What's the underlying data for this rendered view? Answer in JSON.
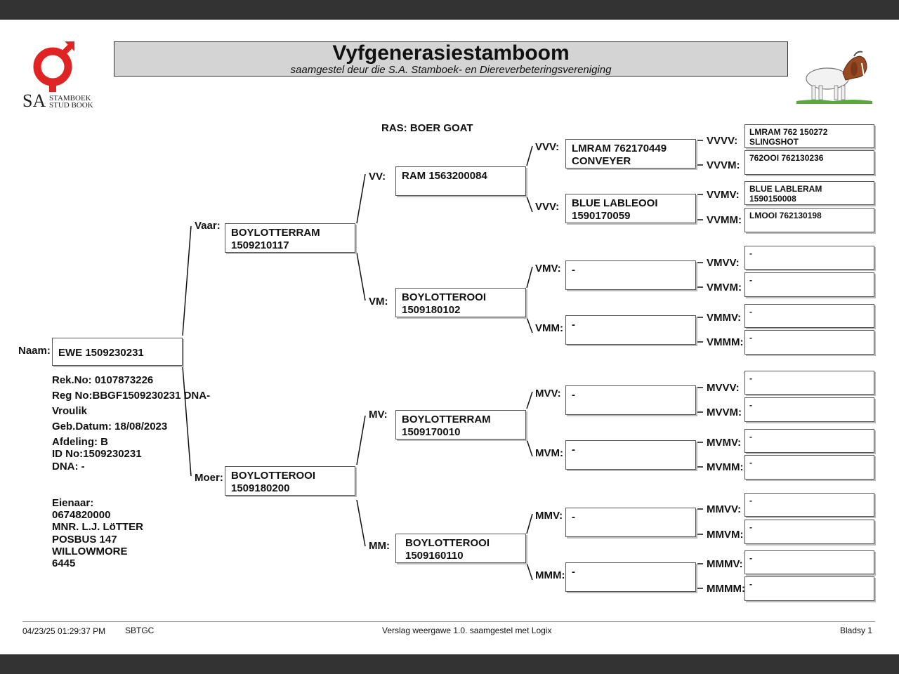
{
  "header": {
    "title": "Vyfgenerasiestamboom",
    "subtitle": "saamgestel deur die S.A. Stamboek- en Diereverbeteringsvereniging",
    "logo_initials": "SA",
    "logo_line1": "STAMBOEK",
    "logo_line2": "STUD BOOK",
    "logo_color": "#e02424"
  },
  "breed": "RAS: BOER GOAT",
  "animal": {
    "naam_label": "Naam:",
    "name": "EWE 1509230231",
    "rek_no": "Rek.No: 0107873226",
    "reg_no": "Reg No:BBGF1509230231 DNA-",
    "sex": "Vroulik",
    "birth": "Geb.Datum: 18/08/2023",
    "afdeling": "Afdeling: B",
    "id_no": "ID No:1509230231",
    "dna": "DNA: -"
  },
  "owner": {
    "label": "Eienaar:",
    "number": "0674820000",
    "name": "MNR. L.J. LöTTER",
    "address1": "POSBUS 147",
    "address2": "WILLOWMORE",
    "code": "6445"
  },
  "gen1": {
    "vaar_label": "Vaar:",
    "vaar": "BOYLOTTERRAM\n1509210117",
    "moer_label": "Moer:",
    "moer": "BOYLOTTEROOI\n1509180200"
  },
  "gen2": {
    "vv_label": "VV:",
    "vv": "RAM 1563200084",
    "vm_label": "VM:",
    "vm": "BOYLOTTEROOI\n1509180102",
    "mv_label": "MV:",
    "mv": "BOYLOTTERRAM\n1509170010",
    "mm_label": "MM:",
    "mm": "BOYLOTTEROOI\n1509160110"
  },
  "gen3": {
    "vvv1_label": "VVV:",
    "vvv1": "LMRAM 762170449\nCONVEYER",
    "vvv2_label": "VVV:",
    "vvv2": "BLUE LABLEOOI\n1590170059",
    "vmv_label": "VMV:",
    "vmv": "-",
    "vmm_label": "VMM:",
    "vmm": "-",
    "mvv_label": "MVV:",
    "mvv": "-",
    "mvm_label": "MVM:",
    "mvm": "-",
    "mmv_label": "MMV:",
    "mmv": "-",
    "mmm_label": "MMM:",
    "mmm": "-"
  },
  "gen4": {
    "vvvv_label": "VVVV:",
    "vvvv": "LMRAM 762 150272\nSLINGSHOT",
    "vvvm_label": "VVVM:",
    "vvvm": "762OOI 762130236",
    "vvmv_label": "VVMV:",
    "vvmv": "BLUE LABLERAM 1590150008",
    "vvmm_label": "VVMM:",
    "vvmm": "LMOOI 762130198",
    "vmvv_label": "VMVV:",
    "vmvv": "-",
    "vmvm_label": "VMVM:",
    "vmvm": "-",
    "vmmv_label": "VMMV:",
    "vmmv": "-",
    "vmmm_label": "VMMM:",
    "vmmm": "-",
    "mvvv_label": "MVVV:",
    "mvvv": "-",
    "mvvm_label": "MVVM:",
    "mvvm": "-",
    "mvmv_label": "MVMV:",
    "mvmv": "-",
    "mvmm_label": "MVMM:",
    "mvmm": "-",
    "mmvv_label": "MMVV:",
    "mmvv": "-",
    "mmvm_label": "MMVM:",
    "mmvm": "-",
    "mmmv_label": "MMMV:",
    "mmmv": "-",
    "mmmm_label": "MMMM:",
    "mmmm": "-"
  },
  "footer": {
    "timestamp": "04/23/25 01:29:37 PM",
    "code": "SBTGC",
    "report": "Verslag weergawe 1.0. saamgestel met Logix",
    "page": "Bladsy 1"
  }
}
